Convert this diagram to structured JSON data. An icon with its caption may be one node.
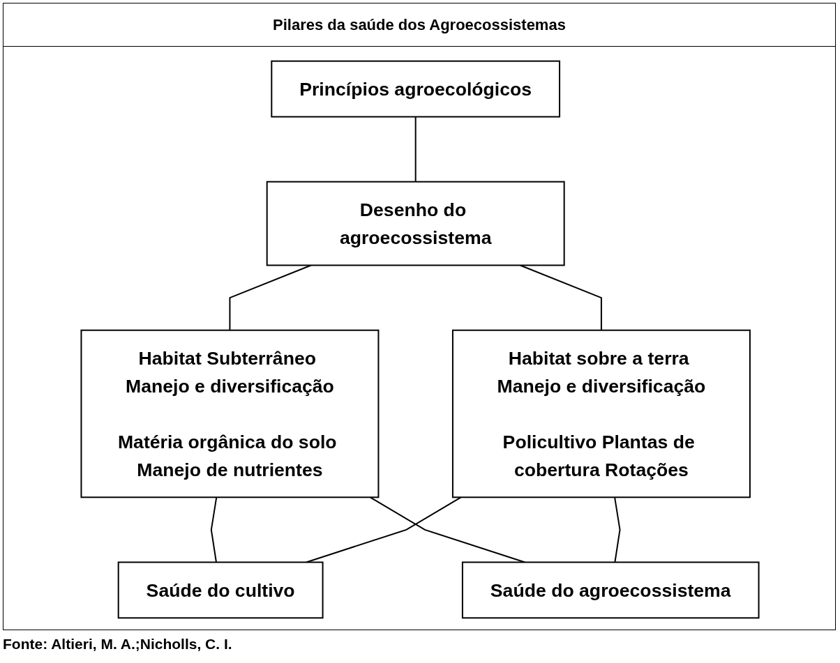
{
  "diagram": {
    "title": "Pilares da saúde dos Agroecossistemas",
    "caption": "Fonte: Altieri, M. A.;Nicholls, C. I.",
    "nodes": [
      {
        "text": [
          "Princípios agroecológicos"
        ]
      },
      {
        "text": [
          "Desenho do agroecossistema"
        ]
      },
      {
        "text": [
          "Habitat Subterrâneo Manejo e diversificação",
          "Matéria orgânica do solo Manejo de nutrientes"
        ]
      },
      {
        "text": [
          "Habitat sobre a terra Manejo e diversificação",
          "Policultivo Plantas de cobertura Rotações"
        ]
      },
      {
        "text": [
          "Saúde do cultivo"
        ]
      },
      {
        "text": [
          "Saúde do agroecossistema"
        ]
      }
    ],
    "edges": [
      {
        "from": 0,
        "to": 1,
        "arrow": "none"
      },
      {
        "from": 1,
        "to": 2,
        "arrow": "none"
      },
      {
        "from": 1,
        "to": 3,
        "arrow": "none"
      },
      {
        "from": 2,
        "to": 4,
        "arrow": "none"
      },
      {
        "from": 3,
        "to": 4,
        "arrow": "none"
      },
      {
        "from": 2,
        "to": 5,
        "arrow": "none"
      },
      {
        "from": 3,
        "to": 5,
        "arrow": "none"
      }
    ]
  }
}
